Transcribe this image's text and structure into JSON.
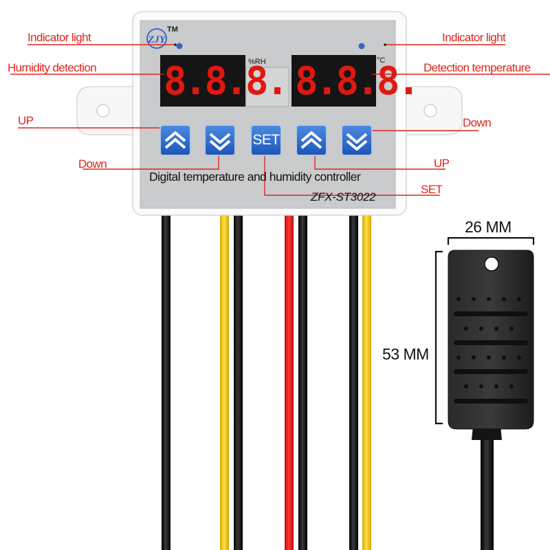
{
  "callouts": {
    "indicator_left": "Indicator light",
    "indicator_right": "Indicator light",
    "humidity": "Humidity detection",
    "temperature": "Detection temperature",
    "up_left": "UP",
    "down_right": "Down",
    "down_left": "Down",
    "up_right": "UP",
    "set": "SET"
  },
  "panel": {
    "logo_mark": "ZJY",
    "trademark": "TM",
    "humidity_unit": "%RH",
    "temperature_unit": "°C",
    "humidity_display": "8.8.8.",
    "temperature_display": "8.8.8.",
    "title": "Digital temperature and humidity controller",
    "model": "ZFX-ST3022"
  },
  "buttons": {
    "up_left": "up-chevron",
    "down_left": "down-chevron",
    "set": "SET",
    "up_right": "up-chevron",
    "down_right": "down-chevron"
  },
  "sensor": {
    "width_label": "26 MM",
    "height_label": "53 MM"
  },
  "colors": {
    "callout_text": "#e2231a",
    "led": "#e01810",
    "button": "#2a66c8",
    "panel": "#c9cbcc",
    "wire_red": "#e3151a",
    "wire_yellow": "#f5c400",
    "wire_black": "#111111"
  }
}
